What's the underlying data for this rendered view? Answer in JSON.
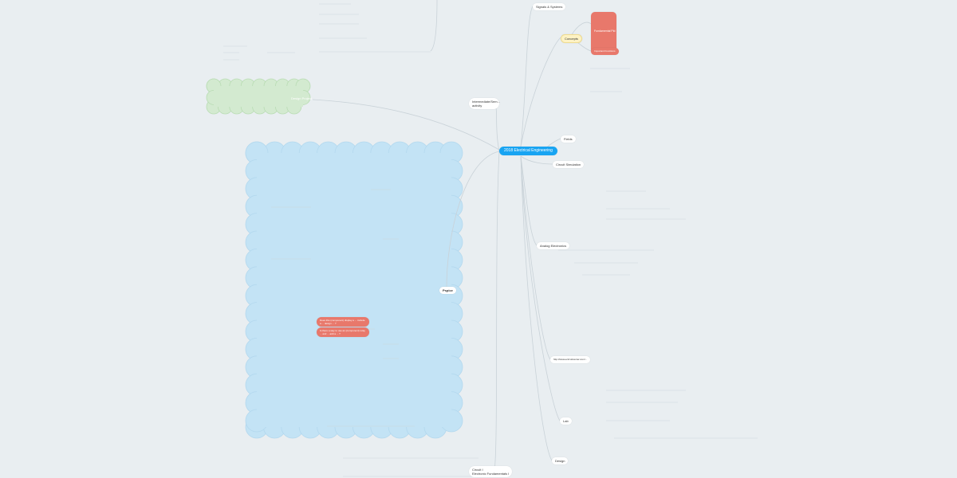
{
  "map": {
    "central": "2018 Electrical Engineering",
    "colors": {
      "central": "#18a4f2",
      "accent_red": "#e8786b",
      "concept_yellow": "#fdf2c4",
      "cloud_blue": "#c3e3f5",
      "cloud_green": "#d3ead0",
      "background": "#e9eef1"
    },
    "branches": {
      "signals": "Signals & Systems",
      "concepts": "Concepts",
      "fundamental": "Fundamental Pld",
      "important_functions": "Important Functions",
      "fields": "Fields",
      "circuit_simulation": "Circuit Simulation",
      "analog": "Analog Electronics",
      "url": "http://www.ecircuitcenter.com/...",
      "lab": "Lab",
      "design": "Design",
      "circuit1": "Circuit I\nElectronic Fundamentals I",
      "intermediate": "Intermediate/Sem... activity",
      "pspice": "Pspice",
      "design_project": "Design Project",
      "question1": "Does this (component) display a ... include a ... design ... ?",
      "question2": "Is there a way to use an (component) relay ... and ... add a ... ?"
    }
  }
}
